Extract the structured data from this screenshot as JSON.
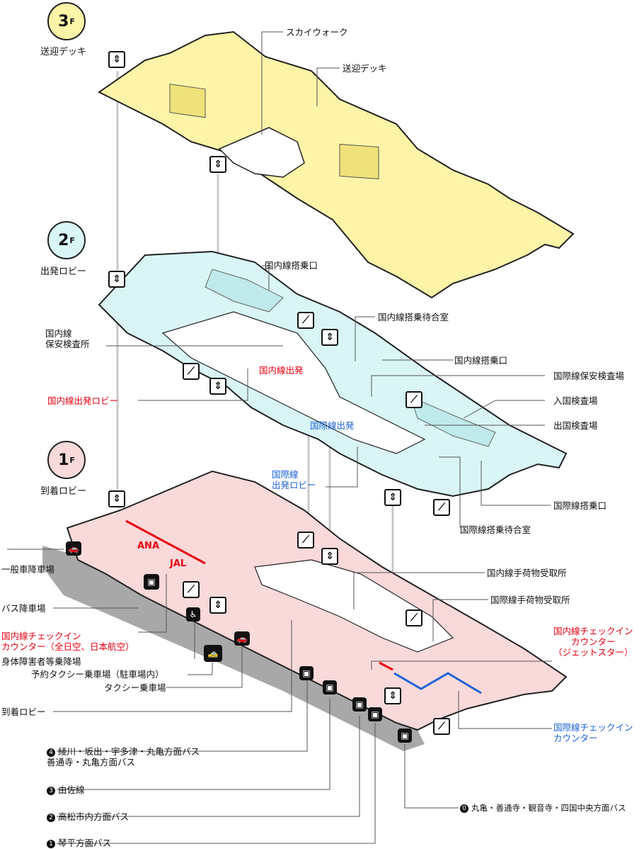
{
  "floors": {
    "f3": {
      "number": "3",
      "suffix": "F",
      "name": "送迎デッキ",
      "color": "#fdf4a8"
    },
    "f2": {
      "number": "2",
      "suffix": "F",
      "name": "出発ロビー",
      "color": "#d9f5f5"
    },
    "f1": {
      "number": "1",
      "suffix": "F",
      "name": "到着ロビー",
      "color": "#f9d9d9"
    }
  },
  "labels_3f": {
    "skywalk": "スカイウォーク",
    "deck": "送迎デッキ"
  },
  "labels_2f": {
    "dom_boarding_gate_top": "国内線搭乗口",
    "dom_waiting_room": "国内線搭乗待合室",
    "dom_security": "国内線\n保安検査所",
    "dom_boarding_gate_right": "国内線搭乗口",
    "intl_security": "国際線保安検査場",
    "immigration_in": "入国検査場",
    "immigration_out": "出国検査場",
    "dom_departure": "国内線出発",
    "dom_departure_lobby": "国内線出発ロビー",
    "intl_departure": "国際線出発",
    "intl_departure_lobby": "国際線\n出発ロビー",
    "intl_boarding_gate": "国際線搭乗口",
    "intl_waiting_room": "国際線搭乗待合室"
  },
  "labels_1f": {
    "ana": "ANA",
    "jal": "JAL",
    "general_dropoff": "一般車降車場",
    "bus_dropoff": "バス降車場",
    "dom_checkin_counter": "国内線チェックイン\nカウンター（全日空、日本航空）",
    "accessible_boarding": "身体障害者等乗降場",
    "reserved_taxi": "予約タクシー乗車場（駐車場内）",
    "taxi_stand": "タクシー乗車場",
    "arrival_lobby": "到着ロビー",
    "dom_baggage": "国内線手荷物受取所",
    "intl_baggage": "国際線手荷物受取所",
    "dom_checkin_jetstar": "国内線チェックイン\nカウンター\n（ジェットスター）",
    "intl_checkin": "国際線チェックイン\nカウンター"
  },
  "bus_stops": [
    {
      "num": "4",
      "text": "綾川・坂出・宇多津・丸亀方面バス\n善通寺・丸亀方面バス"
    },
    {
      "num": "3",
      "text": "由佐線"
    },
    {
      "num": "2",
      "text": "高松市内方面バス"
    },
    {
      "num": "1",
      "text": "琴平方面バス"
    },
    {
      "num": "0",
      "text": "丸亀・善通寺・観音寺・四国中央方面バス"
    }
  ],
  "colors": {
    "domestic": "#e60012",
    "international": "#1d63d6",
    "road": "#a8a8a8",
    "outline": "#222222"
  },
  "icons": [
    "elevator-icon",
    "escalator-icon",
    "bus-icon",
    "car-icon",
    "taxi-icon",
    "wheelchair-icon"
  ]
}
